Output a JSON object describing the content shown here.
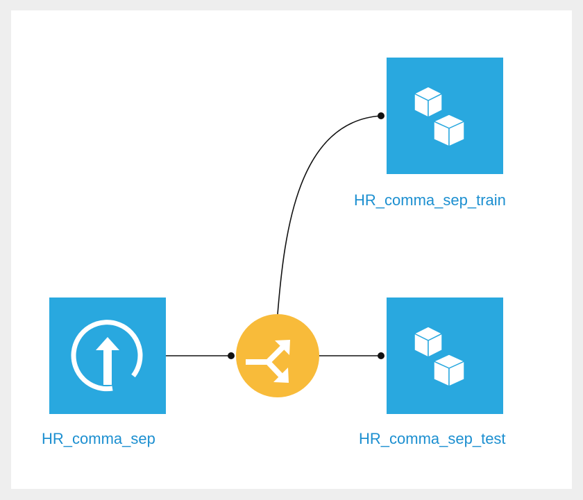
{
  "flow": {
    "nodes": [
      {
        "id": "source",
        "label": "HR_comma_sep",
        "icon": "upload-icon",
        "color": "#29a8df"
      },
      {
        "id": "train",
        "label": "HR_comma_sep_train",
        "icon": "cubes-icon",
        "color": "#29a8df"
      },
      {
        "id": "test",
        "label": "HR_comma_sep_test",
        "icon": "cubes-icon",
        "color": "#29a8df"
      }
    ],
    "recipe": {
      "icon": "split-icon",
      "color": "#f8bb3a"
    },
    "edges": [
      {
        "from": "source",
        "to": "split"
      },
      {
        "from": "split",
        "to": "train"
      },
      {
        "from": "split",
        "to": "test"
      }
    ]
  }
}
